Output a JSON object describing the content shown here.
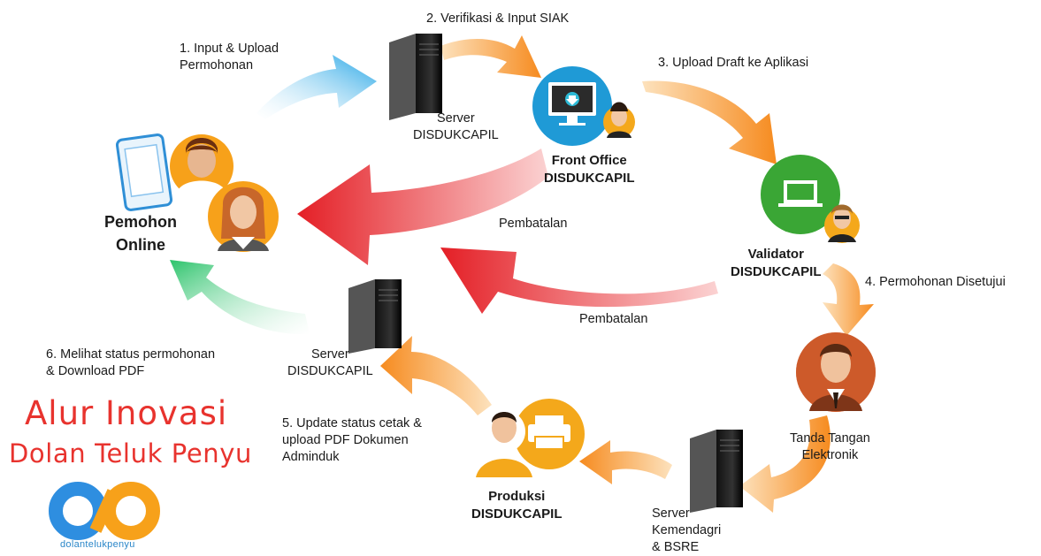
{
  "colors": {
    "arrow_blue": "#29a9e6",
    "arrow_orange": "#f7941d",
    "arrow_red": "#e8232b",
    "arrow_green": "#35c06a",
    "node_blue": "#1f9ad6",
    "node_green": "#3aa635",
    "node_orange": "#f4a81b",
    "title_red": "#e8332e",
    "logo_blue": "#2e8ee0",
    "logo_orange": "#f7a11a"
  },
  "steps": {
    "s1": "1. Input & Upload\nPermohonan",
    "s2": "2. Verifikasi & Input SIAK",
    "s3": "3. Upload Draft ke Aplikasi",
    "s4": "4. Permohonan Disetujui",
    "s5": "5. Update status cetak &\nupload PDF Dokumen\nAdminduk",
    "s6": "6. Melihat status permohonan\n& Download PDF"
  },
  "nodes": {
    "pemohon": "Pemohon\nOnline",
    "server_top": "Server\nDISDUKCAPIL",
    "front_office": "Front Office\nDISDUKCAPIL",
    "validator": "Validator\nDISDUKCAPIL",
    "tanda_tangan": "Tanda Tangan\nElektronik",
    "server_kemendagri": "Server\nKemendagri\n& BSRE",
    "produksi": "Produksi\nDISDUKCAPIL",
    "server_bottom": "Server\nDISDUKCAPIL"
  },
  "cancel": {
    "c1": "Pembatalan",
    "c2": "Pembatalan"
  },
  "branding": {
    "title_line1": "Alur Inovasi",
    "title_line2": "Dolan Teluk Penyu",
    "logo_caption": "dolantelukpenyu"
  }
}
